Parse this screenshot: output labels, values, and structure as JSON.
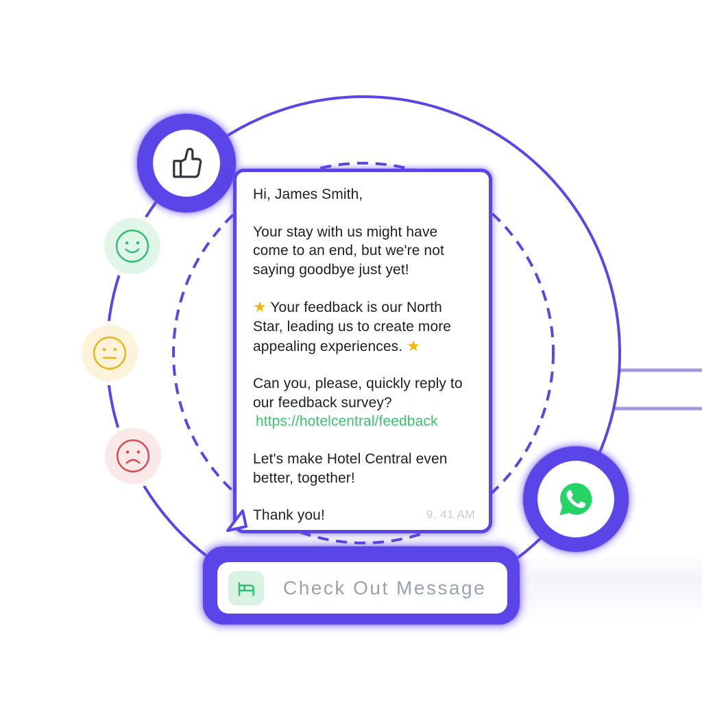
{
  "colors": {
    "accent_purple": "#5A46E8",
    "link_green": "#3FC06E",
    "whatsapp_green": "#25D366",
    "happy_green": "#2FBE72",
    "neutral_yellow": "#E5B711",
    "sad_red": "#D84B4B",
    "text_dark": "#202024",
    "muted_text": "#9AA2AB",
    "timestamp_gray": "#C9CCD1",
    "star_gold": "#F7B500"
  },
  "badges": {
    "thumbs_up": {
      "icon": "thumbs-up-icon"
    },
    "whatsapp": {
      "icon": "whatsapp-icon"
    }
  },
  "reactions": [
    {
      "name": "happy",
      "icon": "smiley-happy-icon"
    },
    {
      "name": "neutral",
      "icon": "smiley-neutral-icon"
    },
    {
      "name": "sad",
      "icon": "smiley-sad-icon"
    }
  ],
  "message": {
    "paragraphs": [
      [
        {
          "text": "Hi, James Smith,"
        }
      ],
      [
        {
          "text": "Your stay with us might have come to an end, but we're not saying goodbye just yet!"
        }
      ],
      [
        {
          "text": "⭐",
          "style": "star"
        },
        {
          "text": " Your feedback is our North Star, leading us to create more appealing experiences. "
        },
        {
          "text": "⭐",
          "style": "star"
        }
      ],
      [
        {
          "text": "Can you, please, quickly reply to our feedback survey?"
        },
        {
          "text": "https://hotelcentral/feedback",
          "style": "link",
          "newline": true
        }
      ],
      [
        {
          "text": "Let's make Hotel Central even better, together!"
        }
      ],
      [
        {
          "text": "Thank you!"
        }
      ]
    ],
    "timestamp": "9. 41 AM"
  },
  "footer": {
    "label": "Check Out Message",
    "icon": "bed-icon"
  }
}
